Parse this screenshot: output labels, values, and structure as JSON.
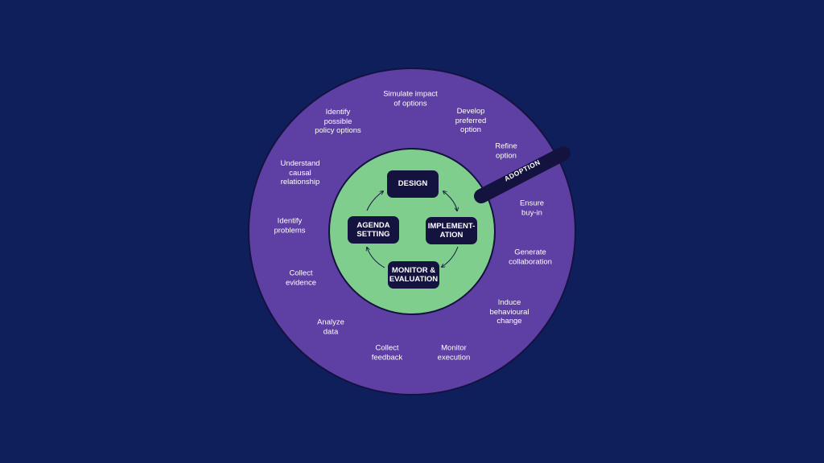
{
  "colors": {
    "background": "#0f1f5c",
    "outer_ring": "#5e3fa3",
    "inner_circle": "#7fce8e",
    "stage_box": "#14123f",
    "adoption_band": "#14123f"
  },
  "inner_stages": {
    "design": "DESIGN",
    "implementation": "IMPLEMENT-\nATION",
    "monitor": "MONITOR &\nEVALUATION",
    "agenda": "AGENDA\nSETTING"
  },
  "adoption": "ADOPTION",
  "outer_activities": [
    {
      "id": "simulate",
      "text": "Simulate impact\nof options"
    },
    {
      "id": "develop",
      "text": "Develop\npreferred\noption"
    },
    {
      "id": "refine",
      "text": "Refine\noption"
    },
    {
      "id": "identify-policy",
      "text": "Identify\npossible\npolicy options"
    },
    {
      "id": "understand",
      "text": "Understand\ncausal\nrelationship"
    },
    {
      "id": "ensure",
      "text": "Ensure\nbuy-in"
    },
    {
      "id": "identify-problems",
      "text": "Identify\nproblems"
    },
    {
      "id": "generate",
      "text": "Generate\ncollaboration"
    },
    {
      "id": "collect-evidence",
      "text": "Collect\nevidence"
    },
    {
      "id": "induce",
      "text": "Induce\nbehavioural\nchange"
    },
    {
      "id": "analyze",
      "text": "Analyze\ndata"
    },
    {
      "id": "collect-feedback",
      "text": "Collect\nfeedback"
    },
    {
      "id": "monitor-execution",
      "text": "Monitor\nexecution"
    }
  ]
}
